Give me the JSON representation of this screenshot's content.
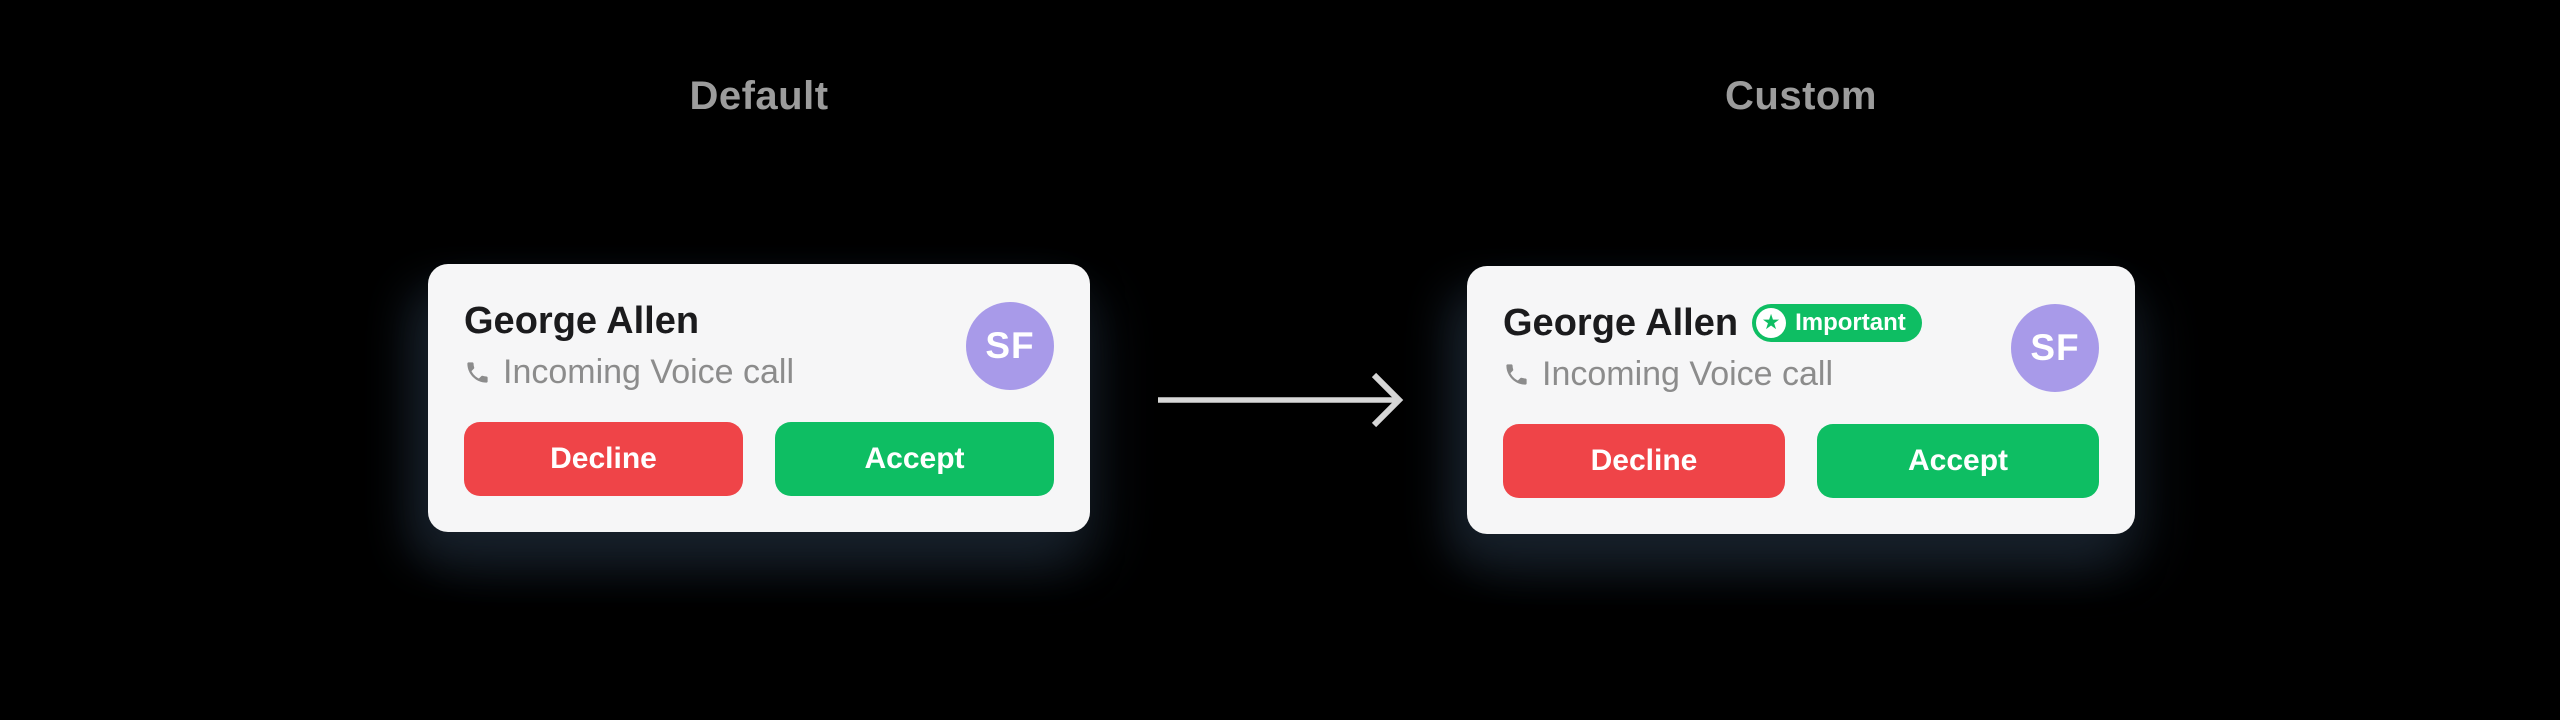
{
  "sections": {
    "default": {
      "title": "Default"
    },
    "custom": {
      "title": "Custom"
    }
  },
  "cards": {
    "default": {
      "caller_name": "George Allen",
      "call_type": "Incoming Voice call",
      "avatar_initials": "SF",
      "decline_label": "Decline",
      "accept_label": "Accept"
    },
    "custom": {
      "caller_name": "George Allen",
      "call_type": "Incoming Voice call",
      "avatar_initials": "SF",
      "badge_label": "Important",
      "decline_label": "Decline",
      "accept_label": "Accept"
    }
  },
  "icons": {
    "phone": "phone-receiver-icon",
    "badge_star": "star-icon",
    "star_glyph": "★",
    "arrow": "right-arrow-icon"
  },
  "colors": {
    "background": "#000000",
    "card_background": "#f6f6f7",
    "caller_name_text": "#1b1b1d",
    "secondary_text": "#8c8c8c",
    "section_title_text": "#9c9c9c",
    "decline_red": "#ef4448",
    "accept_green": "#0ebe63",
    "badge_green": "#0ebe63",
    "avatar_purple": "#a89ae9",
    "arrow_gray": "#d7d7d7"
  }
}
